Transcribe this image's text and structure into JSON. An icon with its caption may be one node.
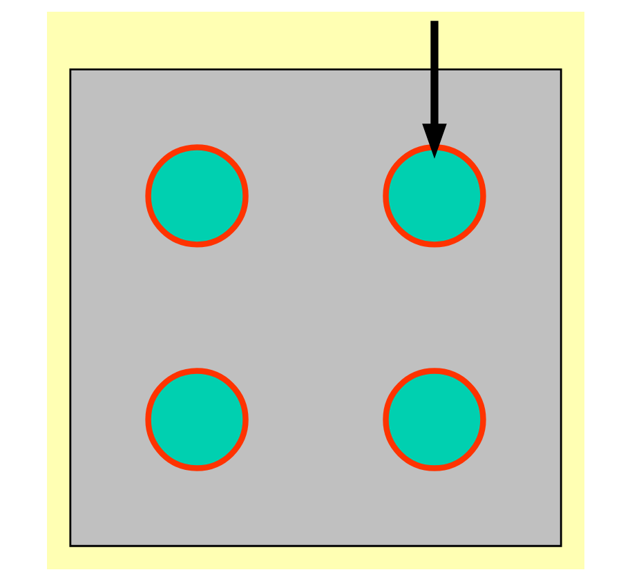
{
  "diagram": {
    "nodes": [
      {
        "text": [],
        "shape": "box"
      },
      {
        "text": [],
        "shape": "circle",
        "in": 0
      },
      {
        "text": [],
        "shape": "circle",
        "in": 0
      },
      {
        "text": [],
        "shape": "circle",
        "in": 0
      },
      {
        "text": [],
        "shape": "circle",
        "in": 0
      }
    ],
    "edges": [
      {
        "from": null,
        "to": 1,
        "arrow": "to"
      }
    ]
  }
}
